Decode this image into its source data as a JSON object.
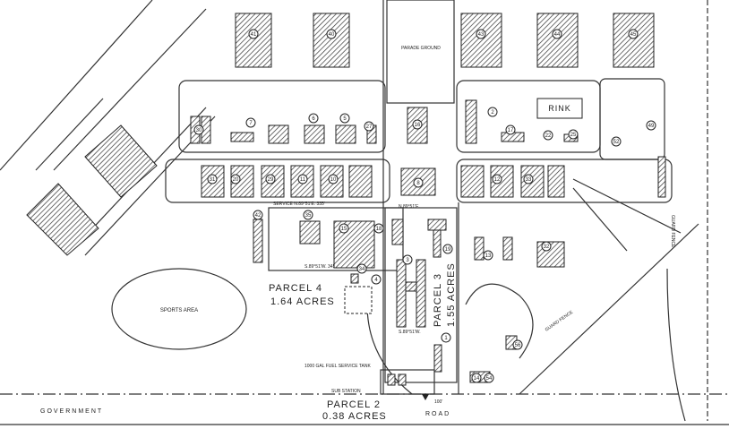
{
  "labels": {
    "parade_ground": "PARADE GROUND",
    "rink": "RINK",
    "sports_area": "SPORTS AREA",
    "parcel4_name": "PARCEL 4",
    "parcel4_area": "1.64 ACRES",
    "parcel3_name": "PARCEL 3",
    "parcel3_area": "1.55 ACRES",
    "parcel2_name": "PARCEL 2",
    "parcel2_area": "0.38 ACRES",
    "government": "GOVERNMENT",
    "road": "ROAD",
    "guard_fence_right": "GUARD FENCE",
    "guard_fence_diag": "GUARD FENCE",
    "fuel_tank": "1000 GAL FUEL SERVICE TANK",
    "sub_station": "SUB STATION",
    "service_road": "SERVICE N.89°51'E. 335'",
    "bearing_1": "S.89°51'W. 345'",
    "bearing_2": "N.89°51'E.",
    "bearing_3": "S.89°51'W.",
    "bearing_4": "100'"
  },
  "building_numbers": [
    "41",
    "40",
    "43",
    "44",
    "45",
    "30",
    "7",
    "6",
    "5",
    "27",
    "16",
    "2",
    "17",
    "22",
    "25",
    "31",
    "20",
    "29",
    "11",
    "10",
    "8",
    "12",
    "33",
    "42",
    "35",
    "15",
    "34",
    "18",
    "3",
    "19",
    "13",
    "4",
    "1",
    "14",
    "32",
    "56",
    "54",
    "49",
    "52"
  ]
}
